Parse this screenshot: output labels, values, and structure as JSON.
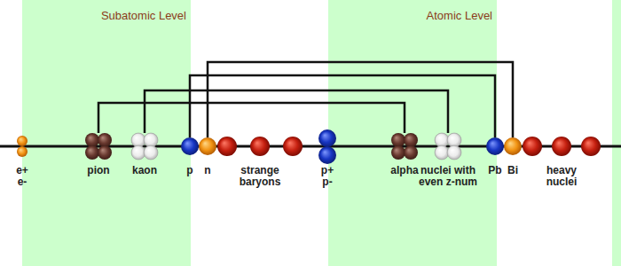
{
  "diagram": {
    "nodes": [
      {
        "text": [
          "Subatomic Level"
        ]
      },
      {
        "text": [
          "e+ e-"
        ]
      },
      {
        "text": [
          "pion"
        ],
        "in": 0
      },
      {
        "text": [
          "kaon"
        ],
        "in": 0
      },
      {
        "text": [
          "p"
        ]
      },
      {
        "text": [
          "n"
        ]
      },
      {
        "text": [
          "strange baryons"
        ]
      },
      {
        "text": [
          "p+ p-"
        ]
      },
      {
        "text": [
          "Atomic Level"
        ]
      },
      {
        "text": [
          "alpha"
        ],
        "in": 8
      },
      {
        "text": [
          "nuclei with even z-num"
        ],
        "in": 8
      },
      {
        "text": [
          "Pb"
        ]
      },
      {
        "text": [
          "Bi"
        ]
      },
      {
        "text": [
          "heavy nuclei"
        ]
      }
    ],
    "edges": [
      {
        "from": 2,
        "to": 9,
        "arrow": "none"
      },
      {
        "from": 3,
        "to": 10,
        "arrow": "none"
      },
      {
        "from": 4,
        "to": 11,
        "arrow": "none"
      },
      {
        "from": 5,
        "to": 12,
        "arrow": "none"
      }
    ]
  }
}
